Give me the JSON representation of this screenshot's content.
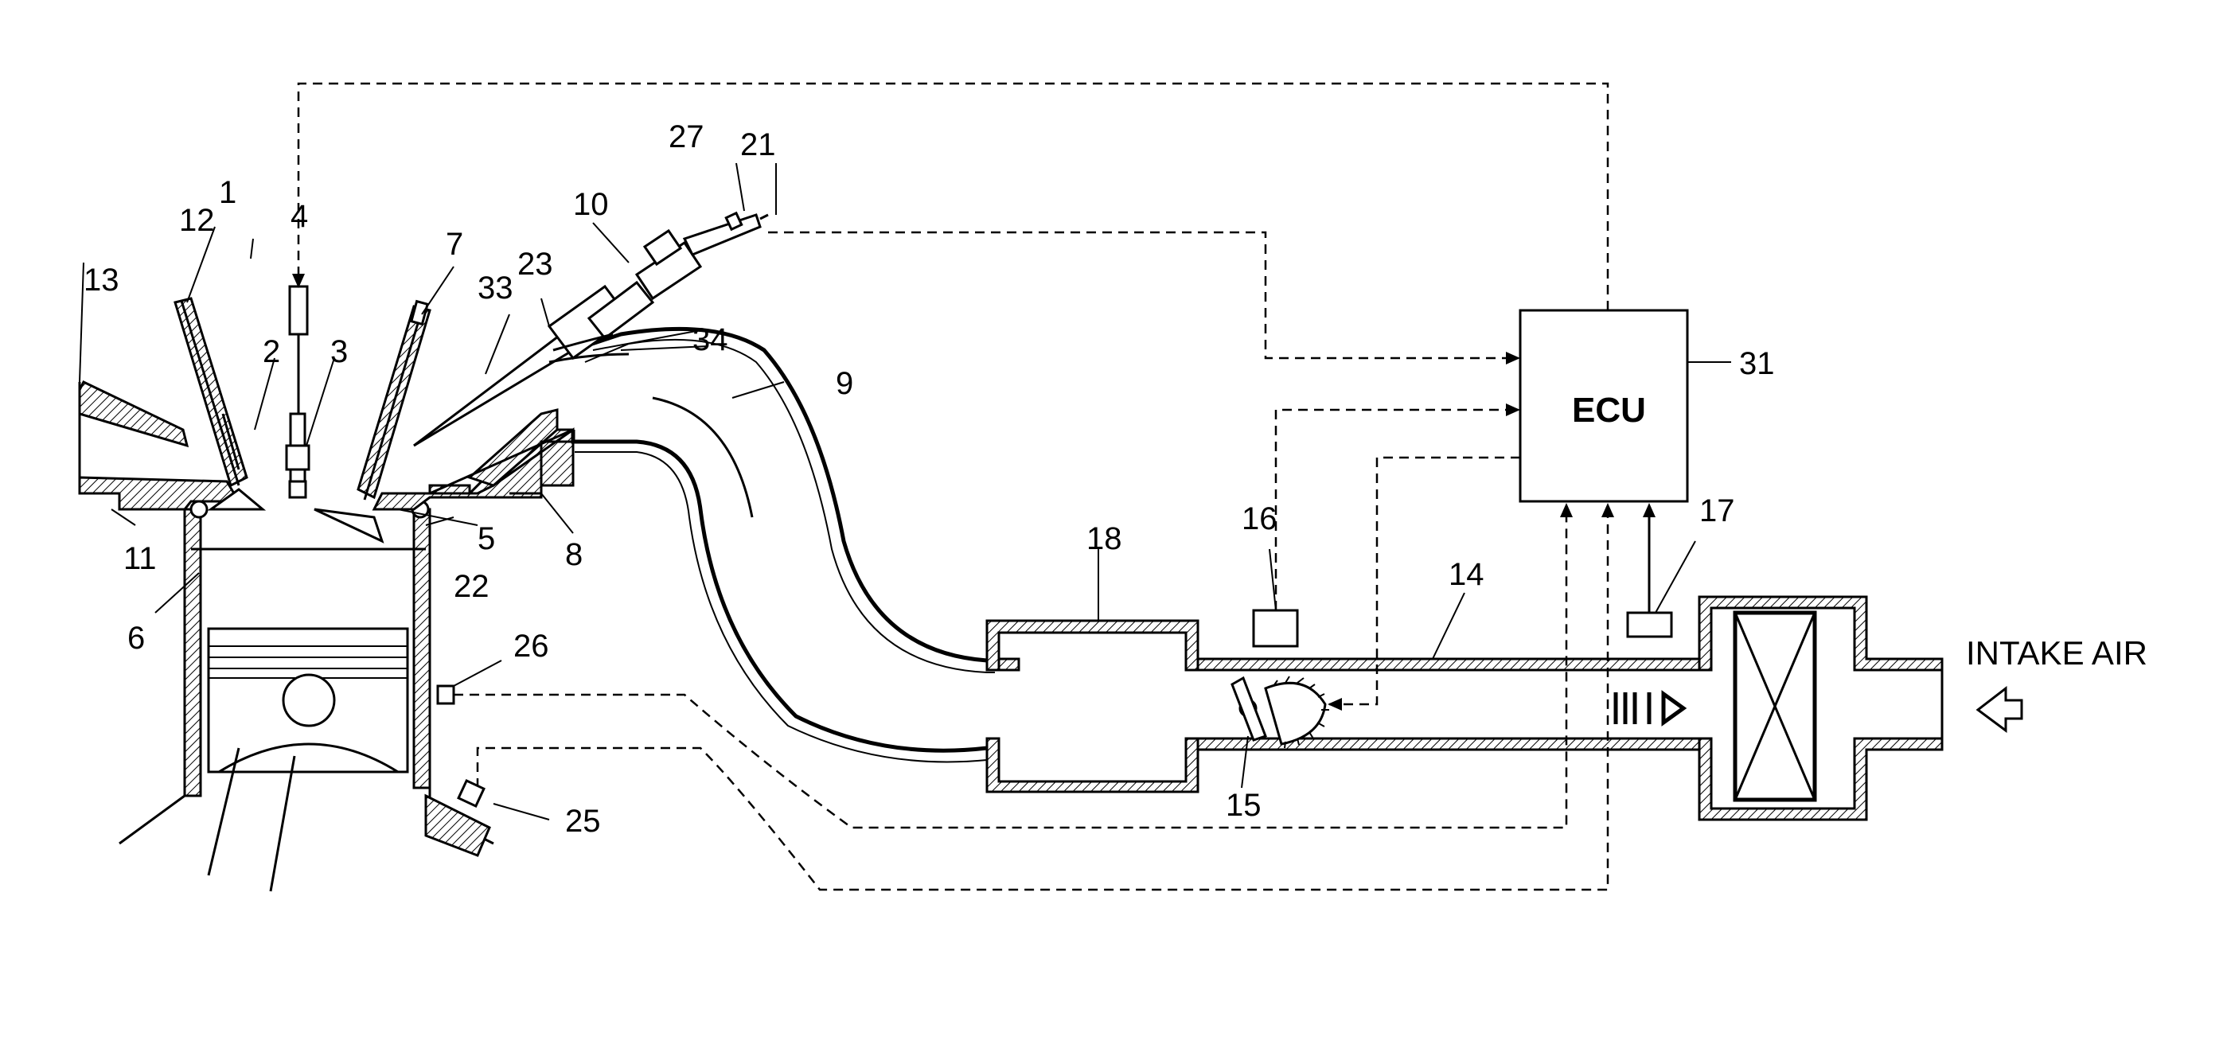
{
  "labels": {
    "l1": "1",
    "l2": "2",
    "l3": "3",
    "l4": "4",
    "l5": "5",
    "l6": "6",
    "l7": "7",
    "l8": "8",
    "l9": "9",
    "l10": "10",
    "l11": "11",
    "l12": "12",
    "l13": "13",
    "l14": "14",
    "l15": "15",
    "l16": "16",
    "l17": "17",
    "l18": "18",
    "l21": "21",
    "l22": "22",
    "l23": "23",
    "l25": "25",
    "l26": "26",
    "l27": "27",
    "l31": "31",
    "l33": "33",
    "l34": "34"
  },
  "ecu": {
    "label": "ECU"
  },
  "intake": {
    "label": "INTAKE AIR"
  }
}
